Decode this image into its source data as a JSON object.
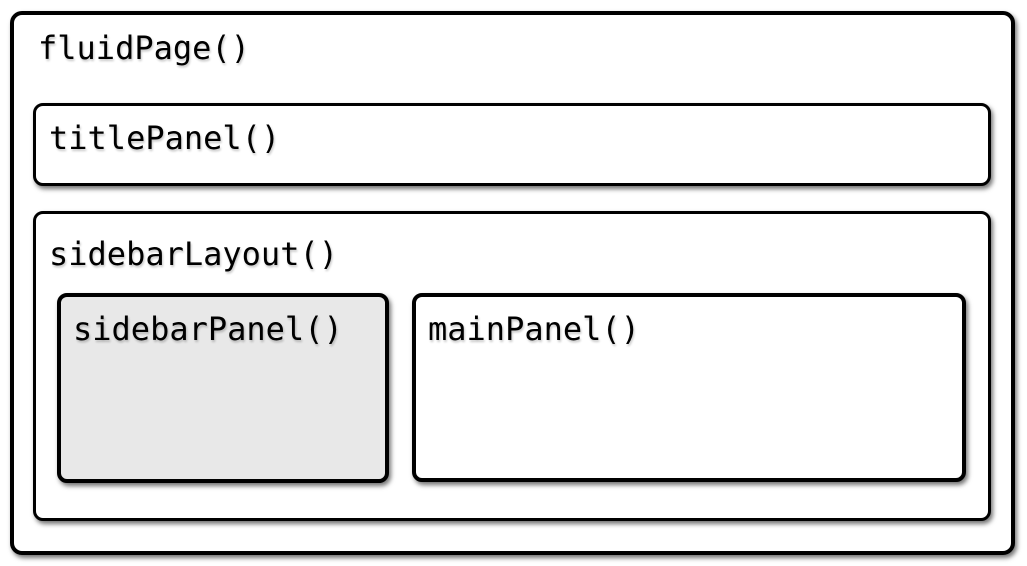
{
  "figure": {
    "fluid_page_label": "fluidPage()",
    "title_panel_label": "titlePanel()",
    "sidebar_layout_label": "sidebarLayout()",
    "sidebar_panel_label": "sidebarPanel()",
    "main_panel_label": "mainPanel()"
  },
  "colors": {
    "border": "#000000",
    "panel_fill": "#ffffff",
    "sidebar_panel_fill": "#e8e8e8",
    "background": "#ffffff"
  }
}
